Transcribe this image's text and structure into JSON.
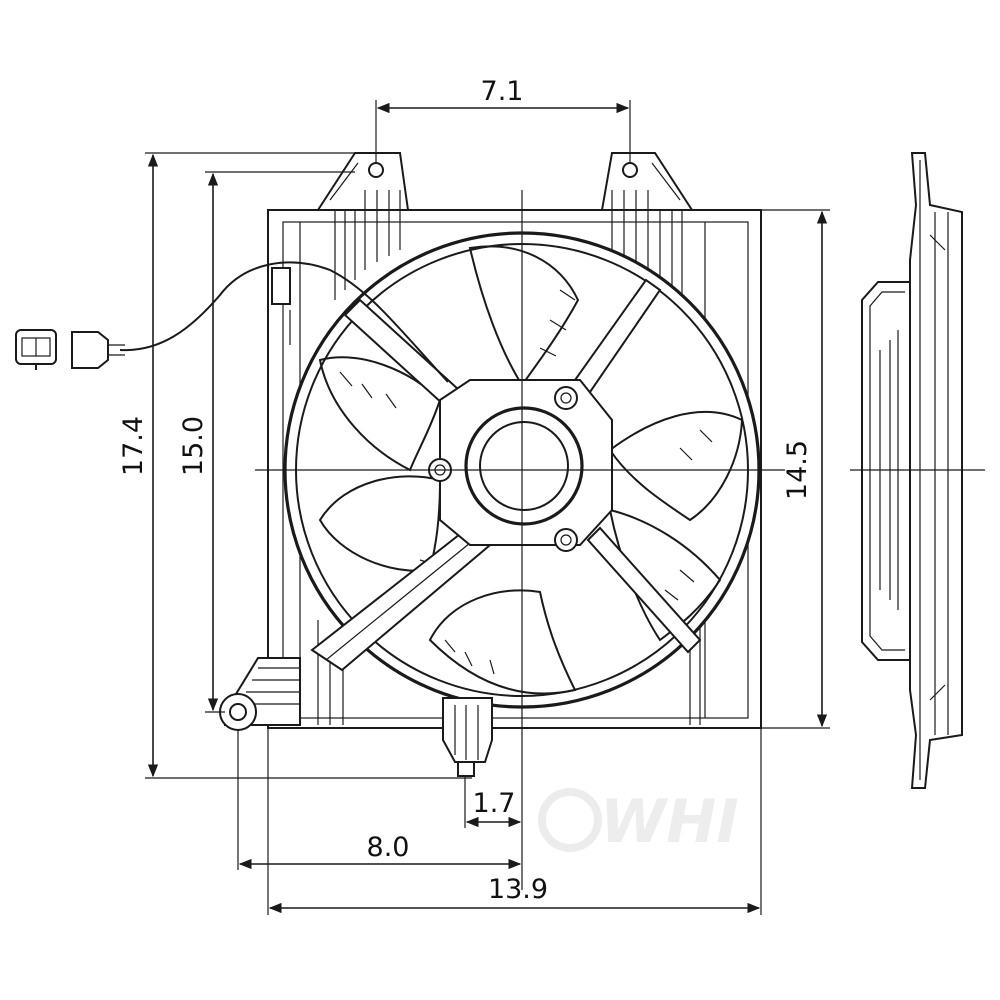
{
  "dimensions": {
    "top_width": "7.1",
    "overall_height": "17.4",
    "inner_height": "15.0",
    "shroud_height": "14.5",
    "motor_offset": "1.7",
    "mount_offset": "8.0",
    "overall_width": "13.9"
  },
  "watermark": "WHI",
  "colors": {
    "line": "#1a1a1a",
    "background": "#ffffff"
  }
}
